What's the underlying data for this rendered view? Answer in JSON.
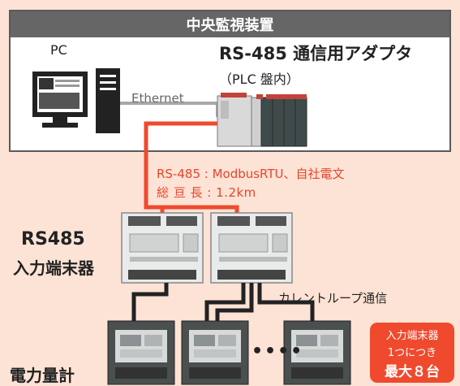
{
  "header": {
    "title": "中央監視装置"
  },
  "pc": {
    "label": "PC"
  },
  "adapter": {
    "title": "RS-485 通信用アダプタ",
    "subtitle": "（PLC 盤内）"
  },
  "ethernet": {
    "label": "Ethernet"
  },
  "rs485": {
    "line1": "RS-485 : ModbusRTU、自社電文",
    "line2": "総 亘 長 : 1.2km"
  },
  "terminal": {
    "label_line1": "RS485",
    "label_line2": "入力端末器"
  },
  "current_loop": {
    "label": "カレントループ通信"
  },
  "meter": {
    "label": "電力量計",
    "ellipsis": "••••"
  },
  "badge": {
    "line1": "入力端末器",
    "line2": "1つにつき",
    "line3": "最大８台"
  },
  "colors": {
    "background": "#fde3d5",
    "accent": "#ef4a2e",
    "header": "#666666",
    "device": "#e9ebea"
  }
}
